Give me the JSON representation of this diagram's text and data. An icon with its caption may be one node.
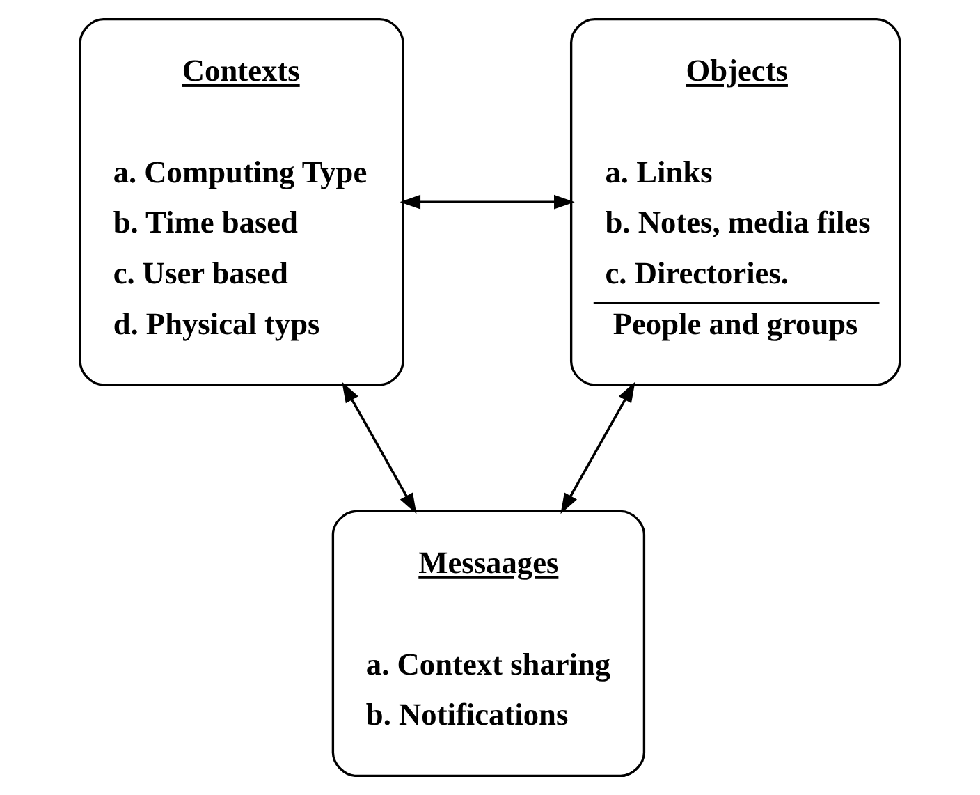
{
  "diagram": {
    "nodes": [
      {
        "text": [
          "Contexts",
          "a. Computing Type",
          "b. Time based",
          "c. User based",
          "d. Physical typs"
        ]
      },
      {
        "text": [
          "Objects",
          "a. Links",
          "b. Notes, media files",
          "c. Directories.",
          "People and groups"
        ]
      },
      {
        "text": [
          "Messaages",
          "a. Context sharing",
          "b. Notifications"
        ]
      }
    ],
    "edges": [
      {
        "from": 0,
        "to": 1,
        "arrow": "both"
      },
      {
        "from": 0,
        "to": 2,
        "arrow": "both"
      },
      {
        "from": 2,
        "to": 1,
        "arrow": "both"
      }
    ]
  }
}
